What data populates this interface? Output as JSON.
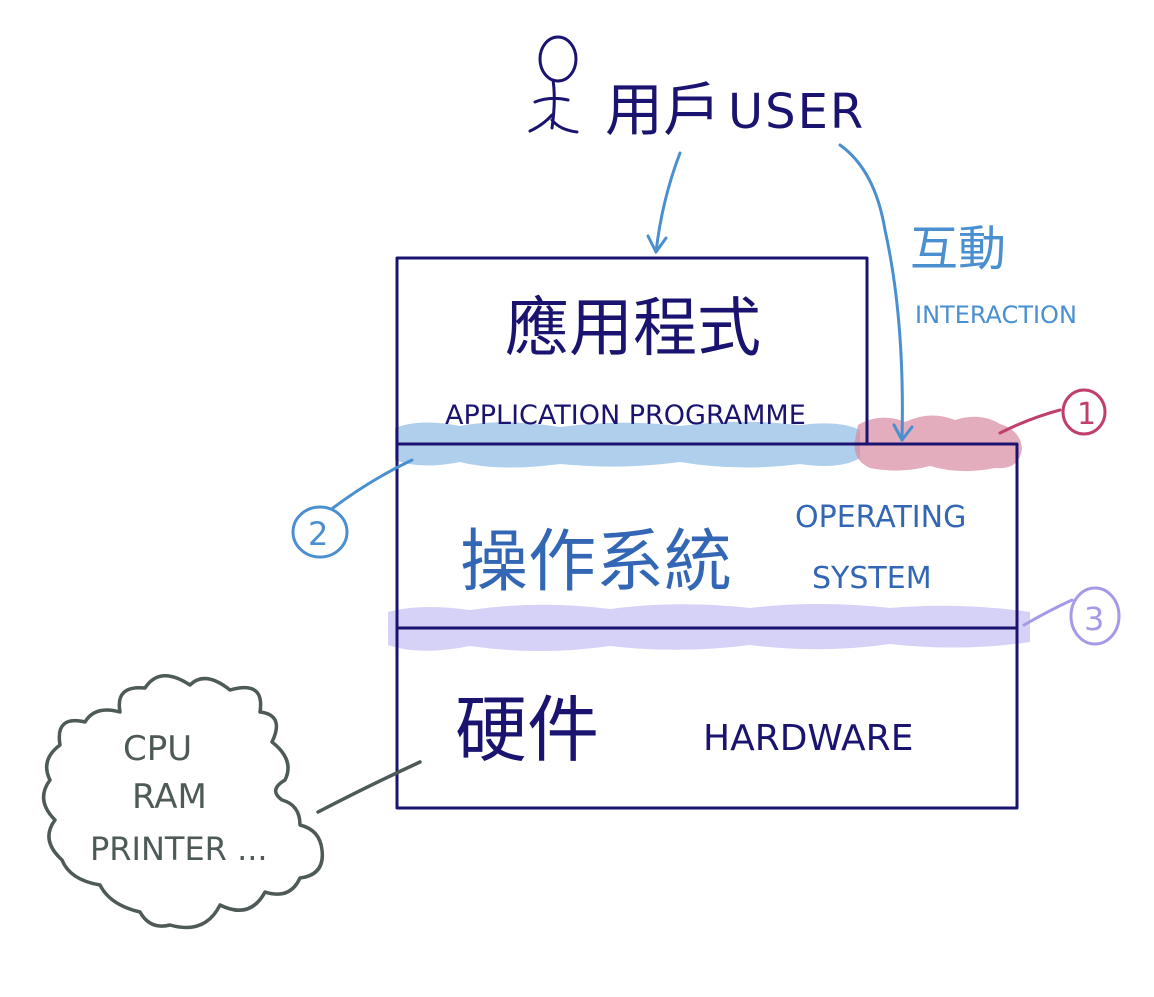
{
  "diagram": {
    "user": {
      "label_zh": "用戶",
      "label_en": "USER"
    },
    "interaction": {
      "label_zh": "互動",
      "label_en": "INTERACTION"
    },
    "layers": [
      {
        "id": "application",
        "label_zh": "應用程式",
        "label_en": "APPLICATION PROGRAMME"
      },
      {
        "id": "os",
        "label_zh": "操作系統",
        "label_en_line1": "OPERATING",
        "label_en_line2": "SYSTEM"
      },
      {
        "id": "hardware",
        "label_zh": "硬件",
        "label_en": "HARDWARE"
      }
    ],
    "markers": [
      {
        "number": "1",
        "color": "#c0406a",
        "highlight": "#d98aa3"
      },
      {
        "number": "2",
        "color": "#4a8fd0",
        "highlight": "#8fbbe6"
      },
      {
        "number": "3",
        "color": "#a59ae8",
        "highlight": "#c4bdf2"
      }
    ],
    "cloud": {
      "items": [
        "CPU",
        "RAM",
        "PRINTER ..."
      ]
    },
    "colors": {
      "ink": "#1a1470",
      "arrow": "#4a8fd0",
      "cloud": "#4d5a58"
    }
  }
}
